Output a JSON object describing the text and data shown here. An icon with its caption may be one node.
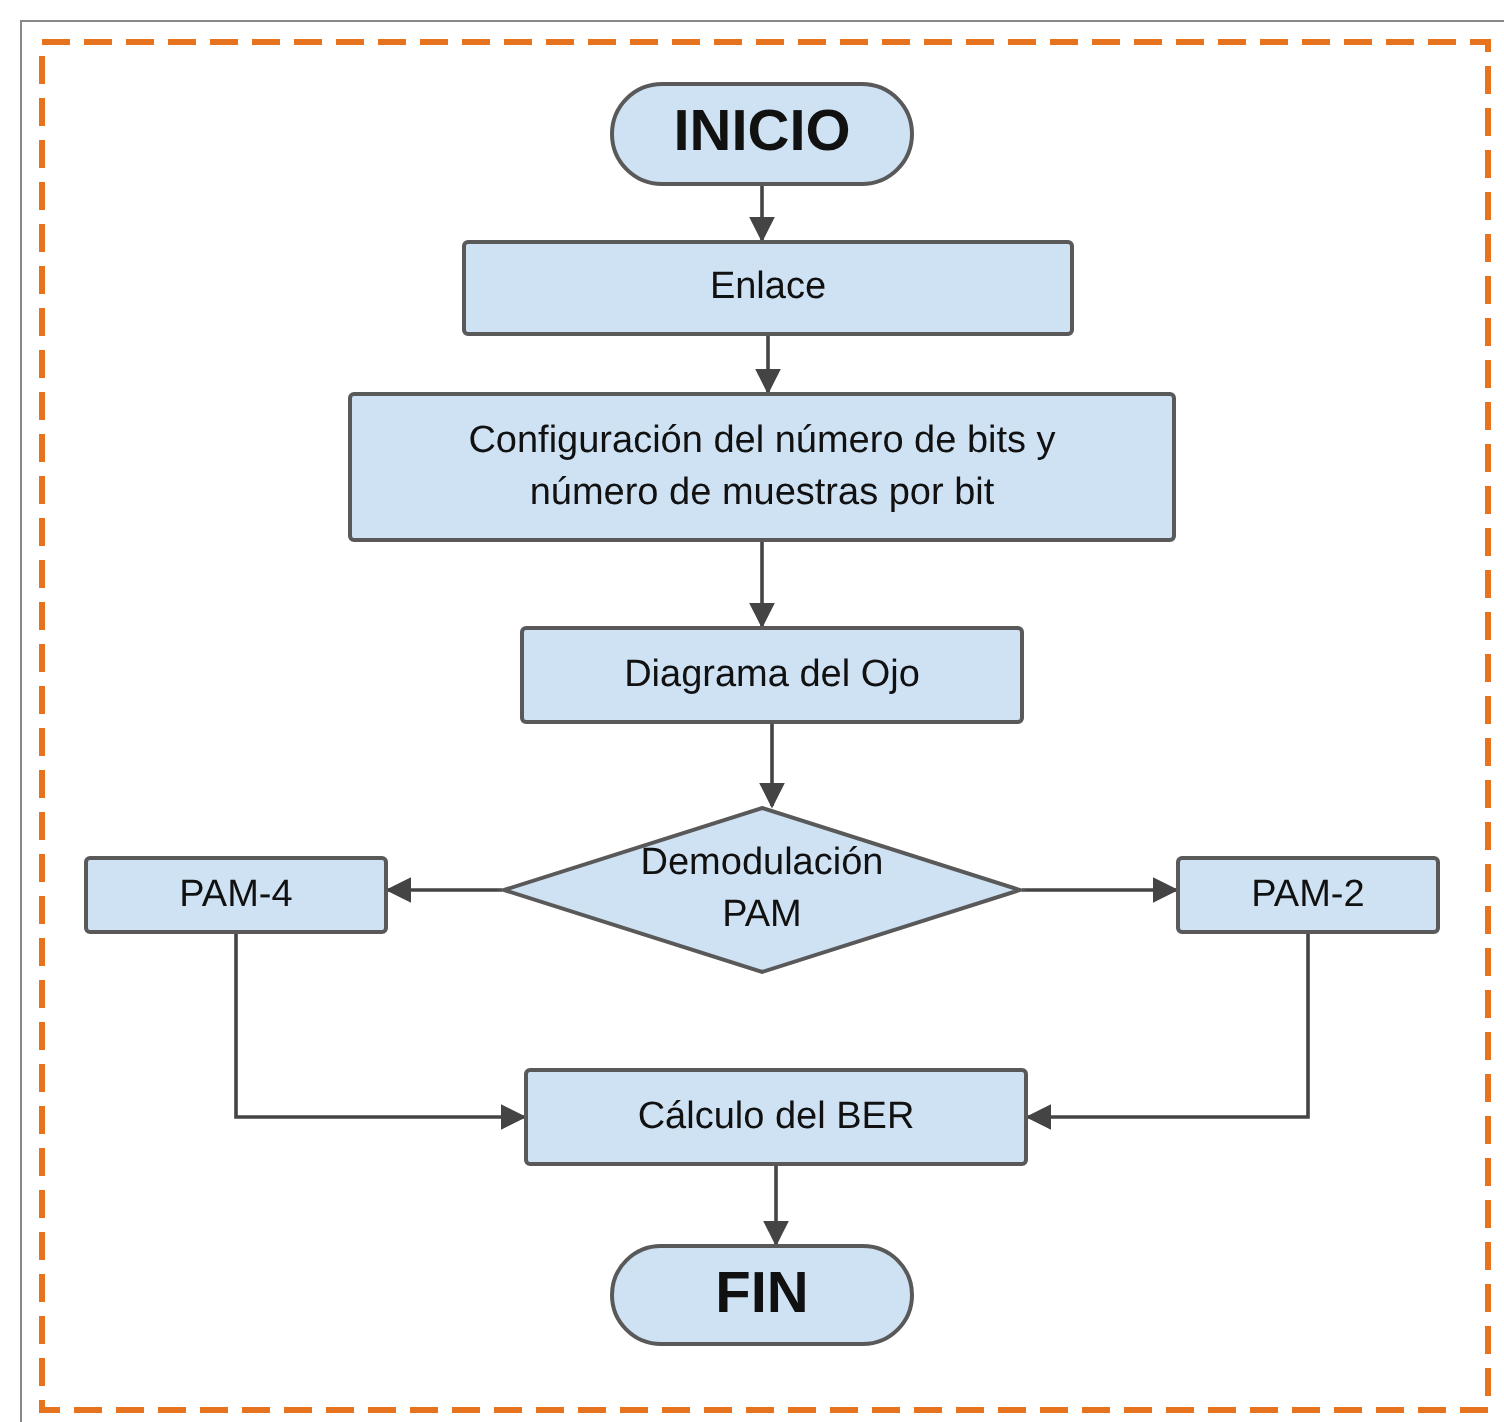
{
  "diagram": {
    "nodes": [
      {
        "text": [
          "INICIO"
        ]
      },
      {
        "text": [
          "Enlace"
        ]
      },
      {
        "text": [
          "Configuración del número de bits y número de muestras por bit"
        ]
      },
      {
        "text": [
          "Diagrama del Ojo"
        ]
      },
      {
        "text": [
          "Demodulación PAM"
        ]
      },
      {
        "text": [
          "PAM-4"
        ]
      },
      {
        "text": [
          "PAM-2"
        ]
      },
      {
        "text": [
          "Cálculo del BER"
        ]
      },
      {
        "text": [
          "FIN"
        ]
      }
    ],
    "edges": [
      {
        "from": 0,
        "to": 1,
        "arrow": "to"
      },
      {
        "from": 1,
        "to": 2,
        "arrow": "to"
      },
      {
        "from": 2,
        "to": 3,
        "arrow": "to"
      },
      {
        "from": 3,
        "to": 4,
        "arrow": "to"
      },
      {
        "from": 4,
        "to": 5,
        "arrow": "to"
      },
      {
        "from": 4,
        "to": 6,
        "arrow": "to"
      },
      {
        "from": 5,
        "to": 7,
        "arrow": "to"
      },
      {
        "from": 6,
        "to": 7,
        "arrow": "to"
      },
      {
        "from": 7,
        "to": 8,
        "arrow": "to"
      }
    ]
  }
}
